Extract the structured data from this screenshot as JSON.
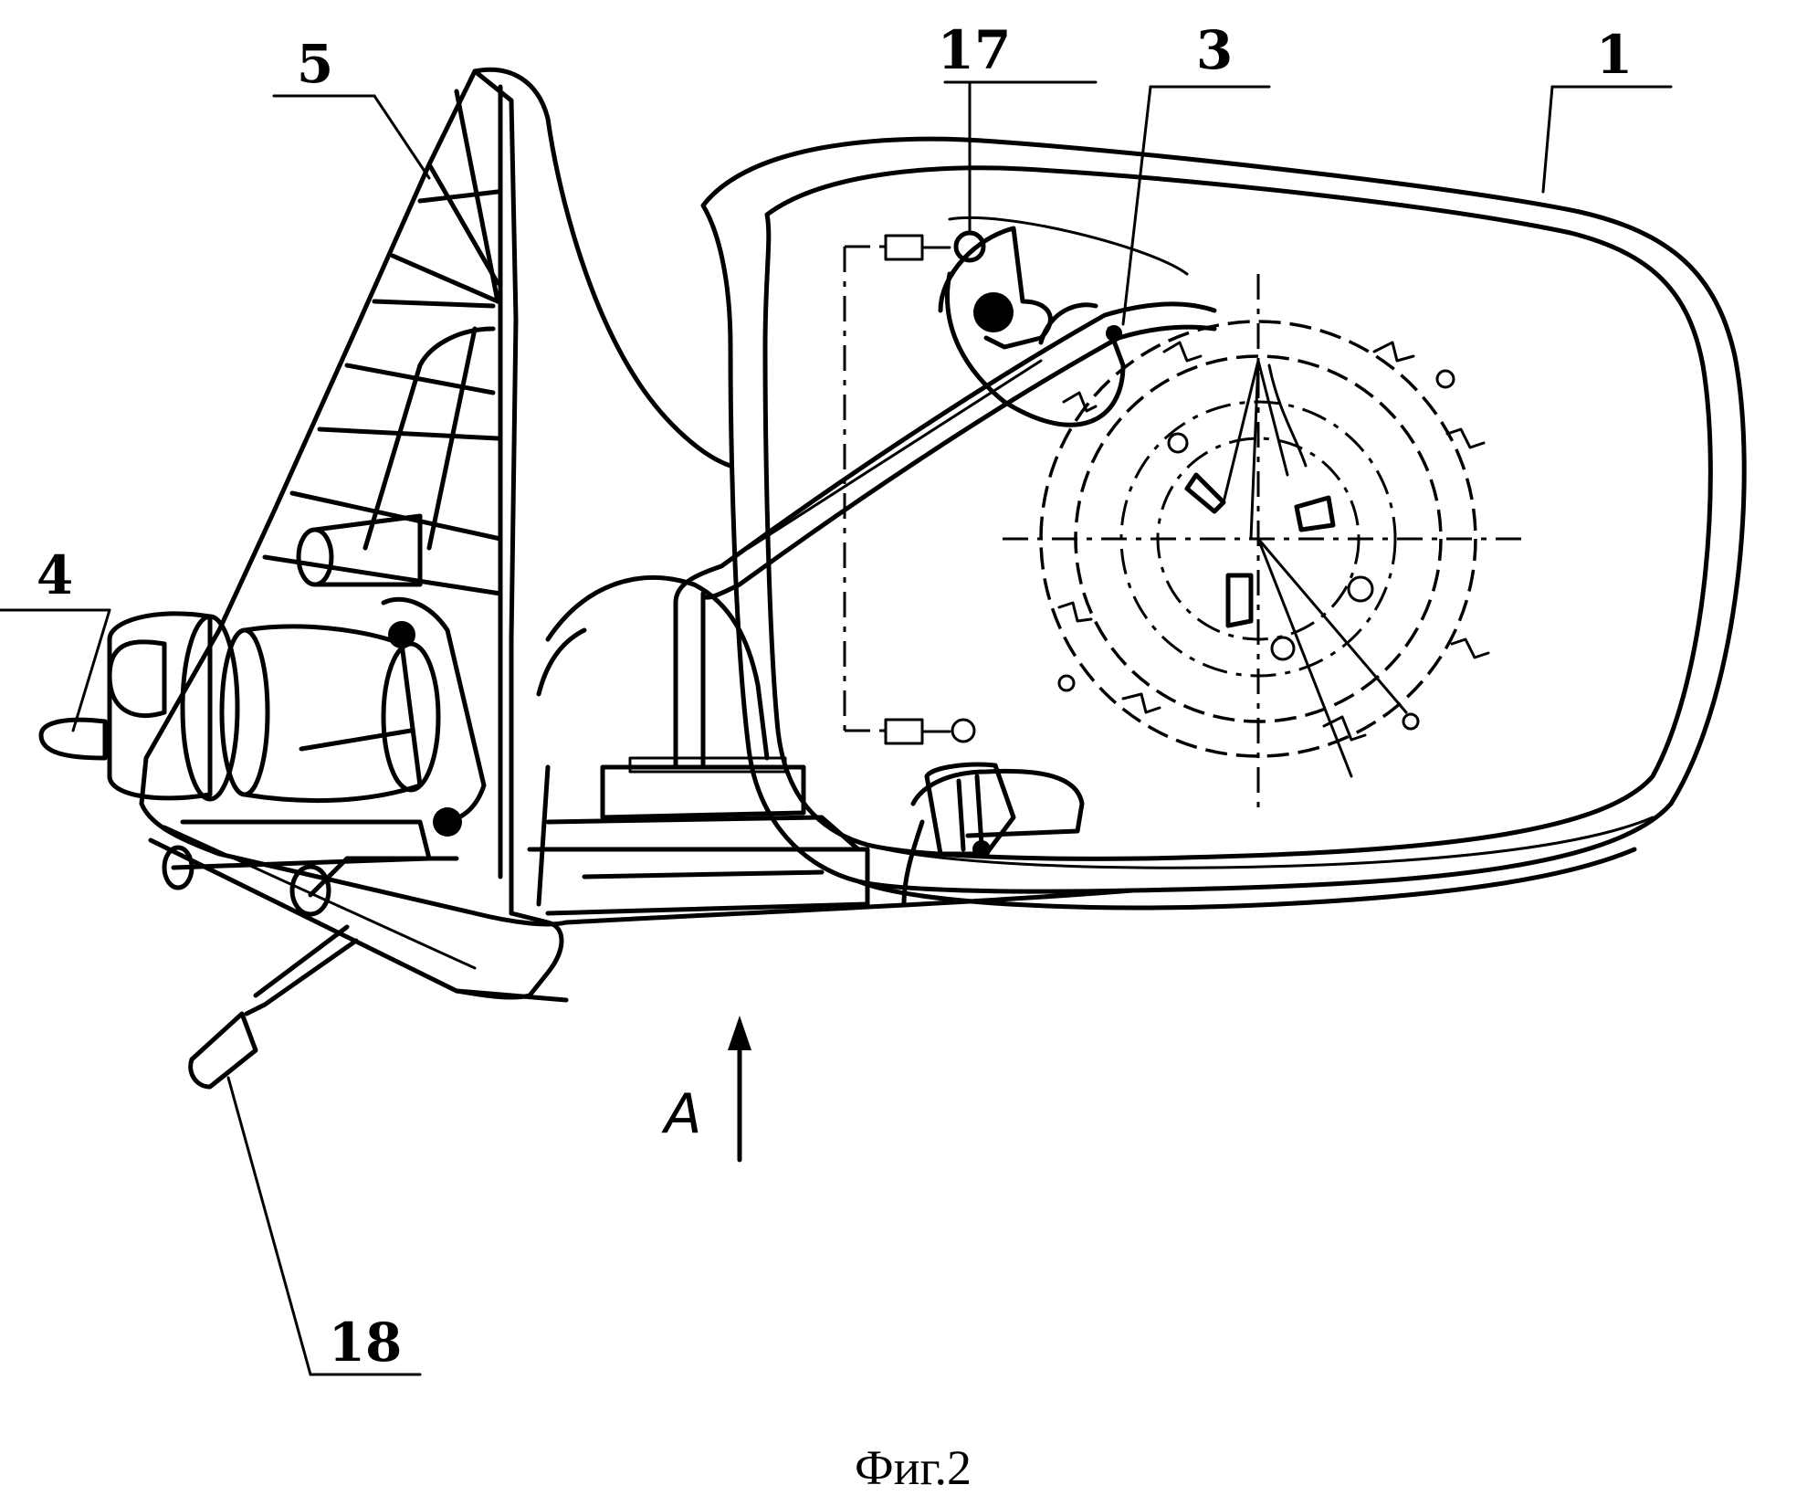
{
  "figure": {
    "caption": "Фиг.2",
    "view_label": "A",
    "callouts": {
      "c1": "1",
      "c3": "3",
      "c4": "4",
      "c5": "5",
      "c17": "17",
      "c18": "18"
    }
  }
}
